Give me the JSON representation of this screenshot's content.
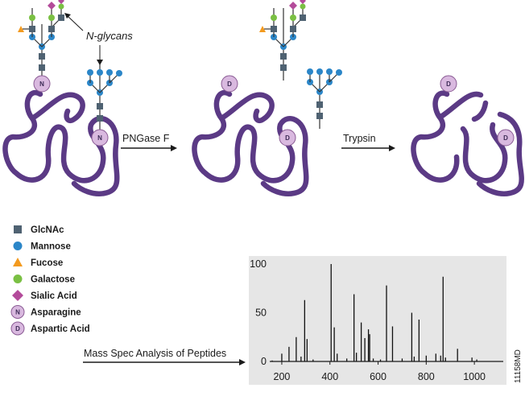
{
  "colors": {
    "protein": "#5b3a85",
    "glcnac": "#4f6272",
    "mannose": "#2b86c8",
    "fucose": "#f39a1e",
    "galactose": "#7ac043",
    "sialic": "#b34b9a",
    "residue_fill": "#d9b9df",
    "residue_stroke": "#8a5b94",
    "chart_bg": "#e6e6e6"
  },
  "annotations": {
    "glycan_caption": "N-glycans",
    "step1": "PNGase F",
    "step2": "Trypsin",
    "ms_caption": "Mass Spec Analysis of Peptides",
    "figure_id": "11158MD"
  },
  "residues": {
    "asparagine_letter": "N",
    "aspartic_letter": "D"
  },
  "legend": [
    {
      "label": "GlcNAc",
      "shape": "square",
      "color_key": "glcnac"
    },
    {
      "label": "Mannose",
      "shape": "circle",
      "color_key": "mannose"
    },
    {
      "label": "Fucose",
      "shape": "triangle",
      "color_key": "fucose"
    },
    {
      "label": "Galactose",
      "shape": "circle",
      "color_key": "galactose"
    },
    {
      "label": "Sialic Acid",
      "shape": "diamond",
      "color_key": "sialic"
    },
    {
      "label": "Asparagine",
      "shape": "residue",
      "letter": "N"
    },
    {
      "label": "Aspartic Acid",
      "shape": "residue",
      "letter": "D"
    }
  ],
  "chart_data": {
    "type": "bar",
    "title": "",
    "xlabel": "",
    "ylabel": "",
    "xlim": [
      150,
      1120
    ],
    "ylim": [
      0,
      100
    ],
    "x_ticks": [
      200,
      400,
      600,
      800,
      1000
    ],
    "y_ticks": [
      0,
      50,
      100
    ],
    "grid": false,
    "x": [
      160,
      200,
      230,
      260,
      280,
      295,
      305,
      330,
      405,
      418,
      430,
      470,
      500,
      510,
      530,
      545,
      560,
      565,
      580,
      610,
      635,
      660,
      700,
      740,
      750,
      770,
      800,
      840,
      860,
      870,
      880,
      930,
      990,
      1010
    ],
    "values": [
      1,
      8,
      15,
      25,
      5,
      63,
      23,
      2,
      100,
      35,
      8,
      3,
      69,
      9,
      40,
      24,
      33,
      28,
      3,
      2,
      78,
      36,
      3,
      50,
      5,
      43,
      6,
      8,
      6,
      87,
      4,
      13,
      4,
      2
    ]
  }
}
